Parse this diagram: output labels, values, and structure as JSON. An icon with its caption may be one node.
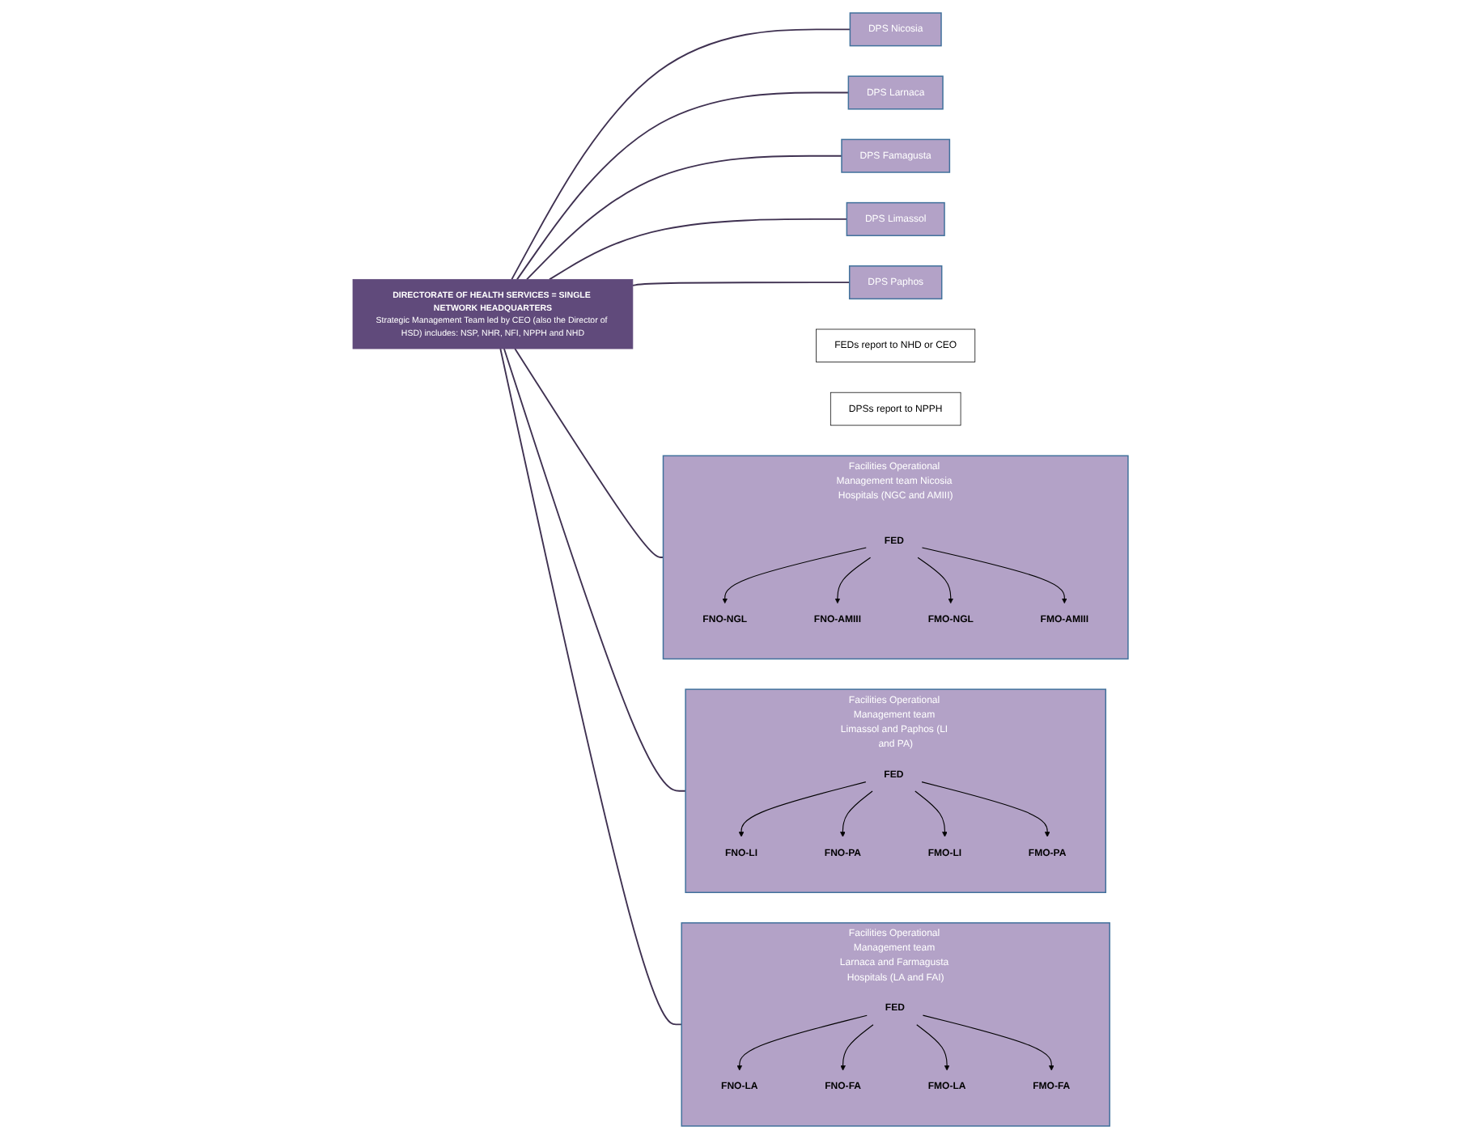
{
  "diagram": {
    "nodes": [
      {
        "text": [
          "DIRECTORATE OF HEALTH SERVICES = SINGLE NETWORK HEADQUARTERS",
          "Strategic Management Team led by CEO (also the Director of HSD) includes: NSP, NHR, NFI, NPPH and NHD"
        ]
      },
      {
        "text": [
          "Facilities Operational Management team Nicosia Hospitals (NGC and AMIII)"
        ]
      },
      {
        "text": [
          "FED"
        ],
        "in": 1
      },
      {
        "text": [
          "FNO-NGL"
        ],
        "in": 1
      },
      {
        "text": [
          "FNO-AMIII"
        ],
        "in": 1
      },
      {
        "text": [
          "FMO-NGL"
        ],
        "in": 1
      },
      {
        "text": [
          "FMO-AMIII"
        ],
        "in": 1
      },
      {
        "text": [
          "Facilities Operational Management team Limassol and Paphos (LI and PA)"
        ]
      },
      {
        "text": [
          "FED"
        ],
        "in": 7
      },
      {
        "text": [
          "FNO-LI"
        ],
        "in": 7
      },
      {
        "text": [
          "FNO-PA"
        ],
        "in": 7
      },
      {
        "text": [
          "FMO-LI"
        ],
        "in": 7
      },
      {
        "text": [
          "FMO-PA"
        ],
        "in": 7
      },
      {
        "text": [
          "Facilities Operational Management team Larnaca and Farmagusta Hospitals (LA and FAI)"
        ]
      },
      {
        "text": [
          "FED"
        ],
        "in": 13
      },
      {
        "text": [
          "FNO-LA"
        ],
        "in": 13
      },
      {
        "text": [
          "FNO-FA"
        ],
        "in": 13
      },
      {
        "text": [
          "FMO-LA"
        ],
        "in": 13
      },
      {
        "text": [
          "FMO-FA"
        ],
        "in": 13
      },
      {
        "text": [
          "FEDs report to NHD or CEO"
        ]
      },
      {
        "text": [
          "DPSs report to NPPH"
        ]
      },
      {
        "text": [
          "DPS Nicosia"
        ]
      },
      {
        "text": [
          "DPS Larnaca"
        ]
      },
      {
        "text": [
          "DPS Famagusta"
        ]
      },
      {
        "text": [
          "DPS Limassol"
        ]
      },
      {
        "text": [
          "DPS Paphos"
        ]
      }
    ],
    "edges": [
      {
        "from": 0,
        "to": 1,
        "arrow": "none"
      },
      {
        "from": 0,
        "to": 7,
        "arrow": "none"
      },
      {
        "from": 0,
        "to": 13,
        "arrow": "none"
      },
      {
        "from": 2,
        "to": 3,
        "arrow": "to"
      },
      {
        "from": 2,
        "to": 4,
        "arrow": "to"
      },
      {
        "from": 2,
        "to": 5,
        "arrow": "to"
      },
      {
        "from": 2,
        "to": 6,
        "arrow": "to"
      },
      {
        "from": 8,
        "to": 9,
        "arrow": "to"
      },
      {
        "from": 8,
        "to": 10,
        "arrow": "to"
      },
      {
        "from": 8,
        "to": 11,
        "arrow": "to"
      },
      {
        "from": 8,
        "to": 12,
        "arrow": "to"
      },
      {
        "from": 14,
        "to": 15,
        "arrow": "to"
      },
      {
        "from": 14,
        "to": 16,
        "arrow": "to"
      },
      {
        "from": 14,
        "to": 17,
        "arrow": "to"
      },
      {
        "from": 14,
        "to": 18,
        "arrow": "to"
      },
      {
        "from": 0,
        "to": 21,
        "arrow": "none"
      },
      {
        "from": 0,
        "to": 22,
        "arrow": "none"
      },
      {
        "from": 0,
        "to": 23,
        "arrow": "none"
      },
      {
        "from": 0,
        "to": 24,
        "arrow": "none"
      },
      {
        "from": 0,
        "to": 25,
        "arrow": "none"
      }
    ]
  }
}
